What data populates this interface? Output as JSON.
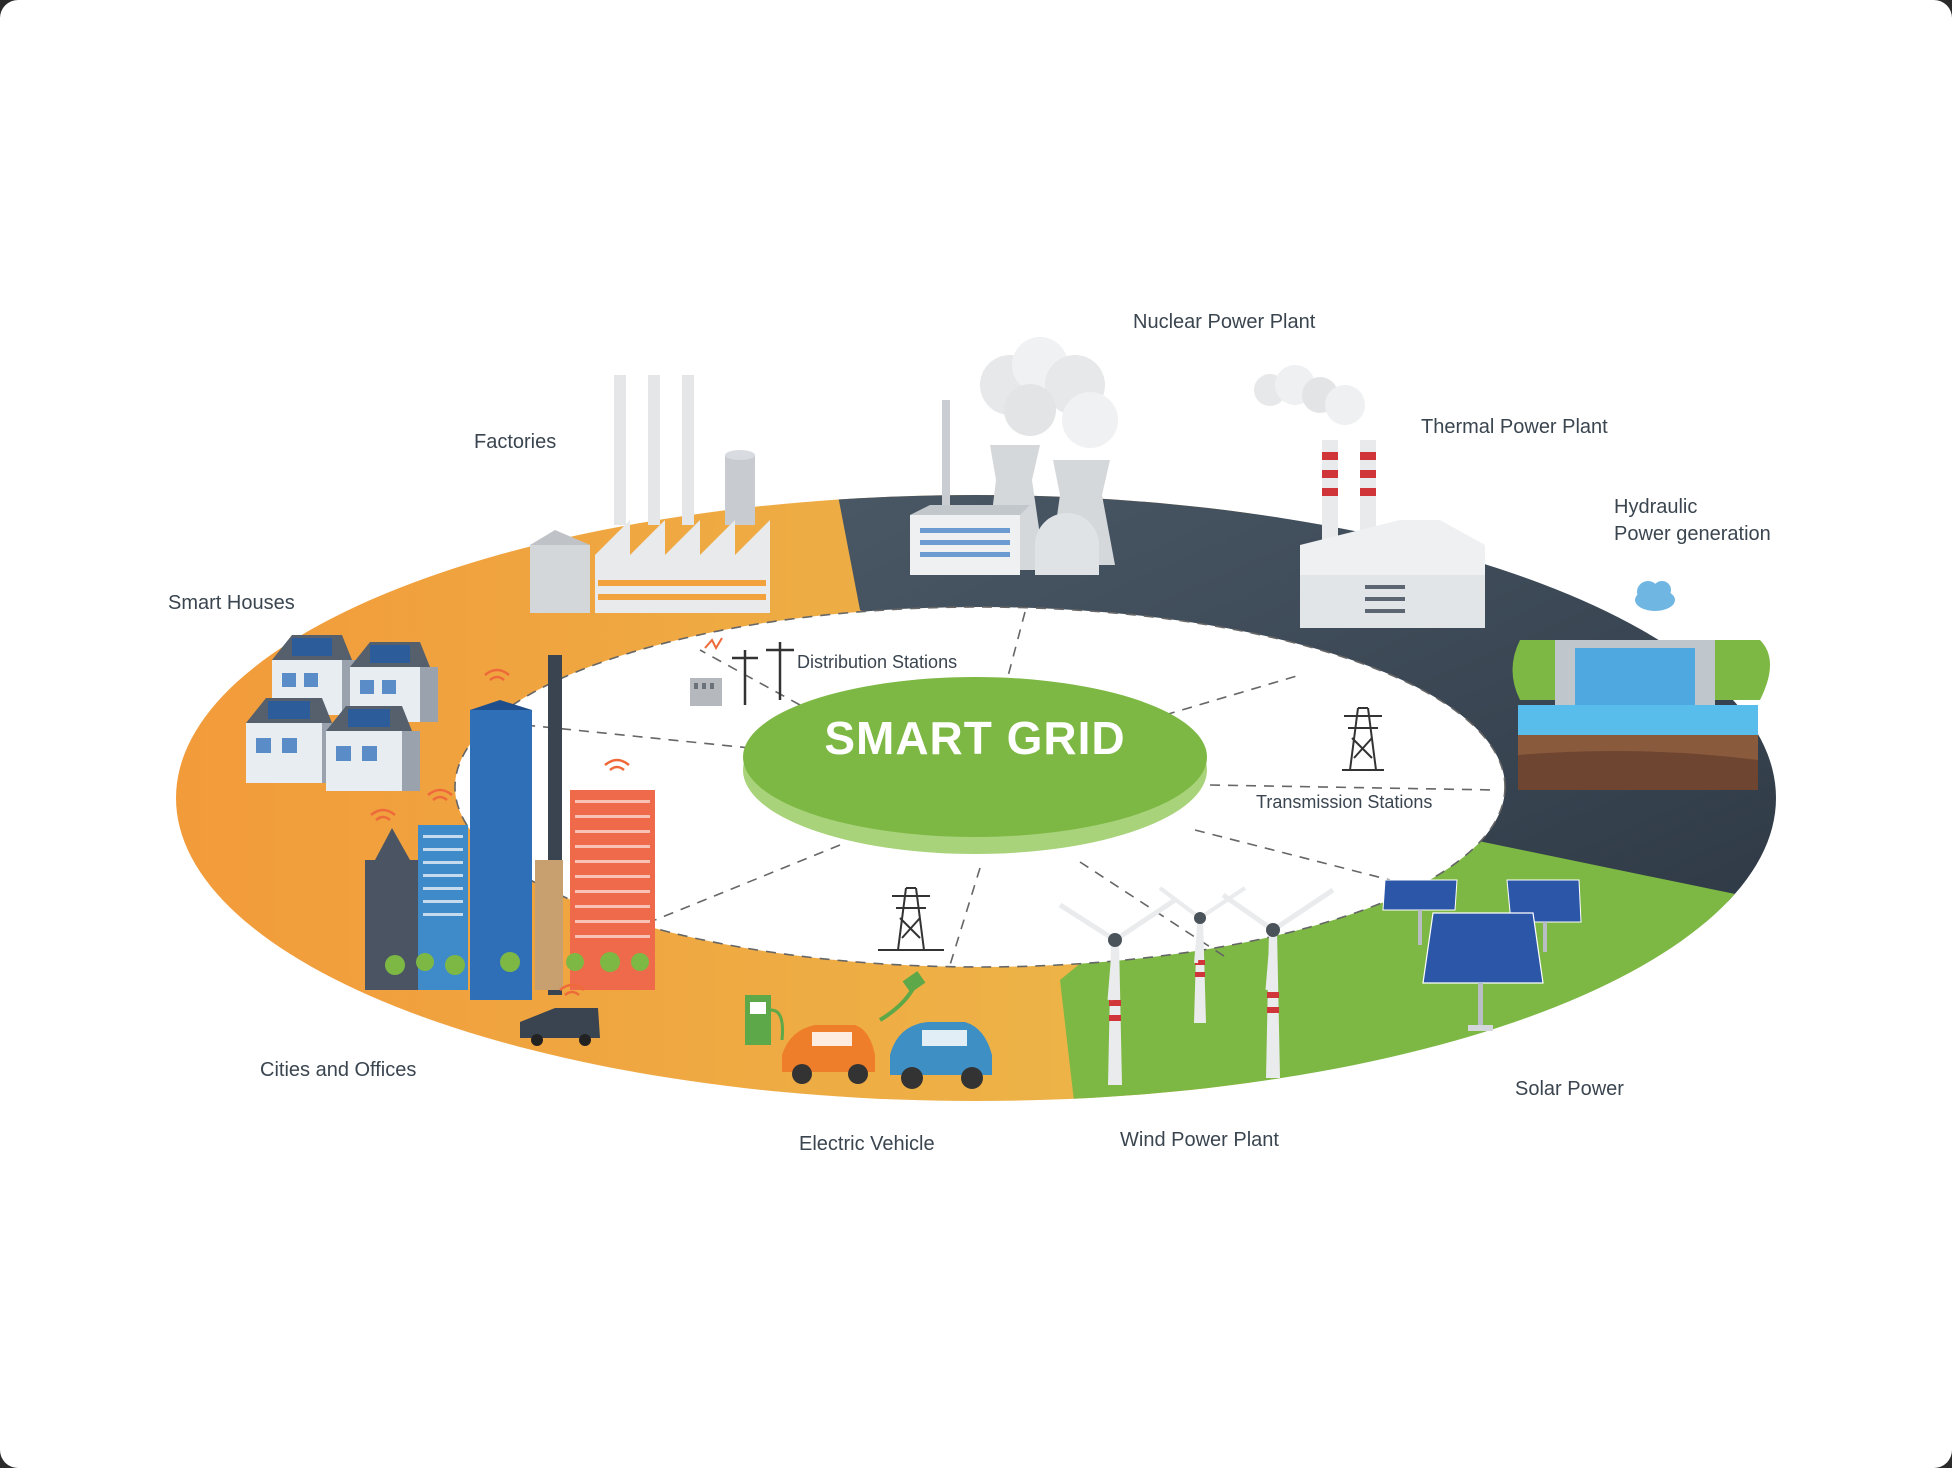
{
  "hub": {
    "title": "SMART GRID"
  },
  "segments": {
    "smart_houses": "Smart Houses",
    "factories": "Factories",
    "nuclear": "Nuclear Power Plant",
    "thermal": "Thermal Power Plant",
    "hydraulic_line1": "Hydraulic",
    "hydraulic_line2": "Power generation",
    "solar": "Solar Power",
    "wind": "Wind Power Plant",
    "electric_vehicle": "Electric Vehicle",
    "cities": "Cities and Offices"
  },
  "inner": {
    "distribution": "Distribution Stations",
    "transmission": "Transmission Stations"
  },
  "colors": {
    "orange": "#F0A040",
    "yellow": "#EDB84A",
    "dark_slate": "#3F4B58",
    "green": "#7DB844",
    "hub_green": "#7DB844",
    "inner_white": "#FFFFFF"
  }
}
